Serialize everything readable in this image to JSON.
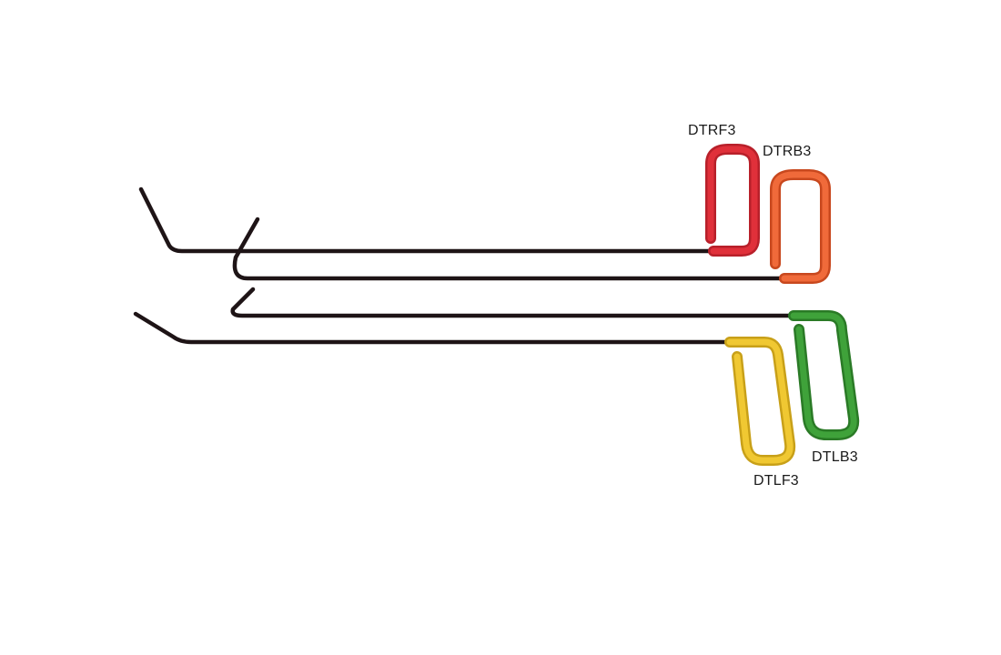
{
  "tools": [
    {
      "id": "dtrf3",
      "label": "DTRF3",
      "handle_color": "#e0303a",
      "handle_shade": "#b8202a"
    },
    {
      "id": "dtrb3",
      "label": "DTRB3",
      "handle_color": "#f06a3a",
      "handle_shade": "#c8481e"
    },
    {
      "id": "dtlb3",
      "label": "DTLB3",
      "handle_color": "#3fa23a",
      "handle_shade": "#2a7a26"
    },
    {
      "id": "dtlf3",
      "label": "DTLF3",
      "handle_color": "#f0c832",
      "handle_shade": "#c8a018"
    }
  ],
  "rod_color": "#1e1416"
}
